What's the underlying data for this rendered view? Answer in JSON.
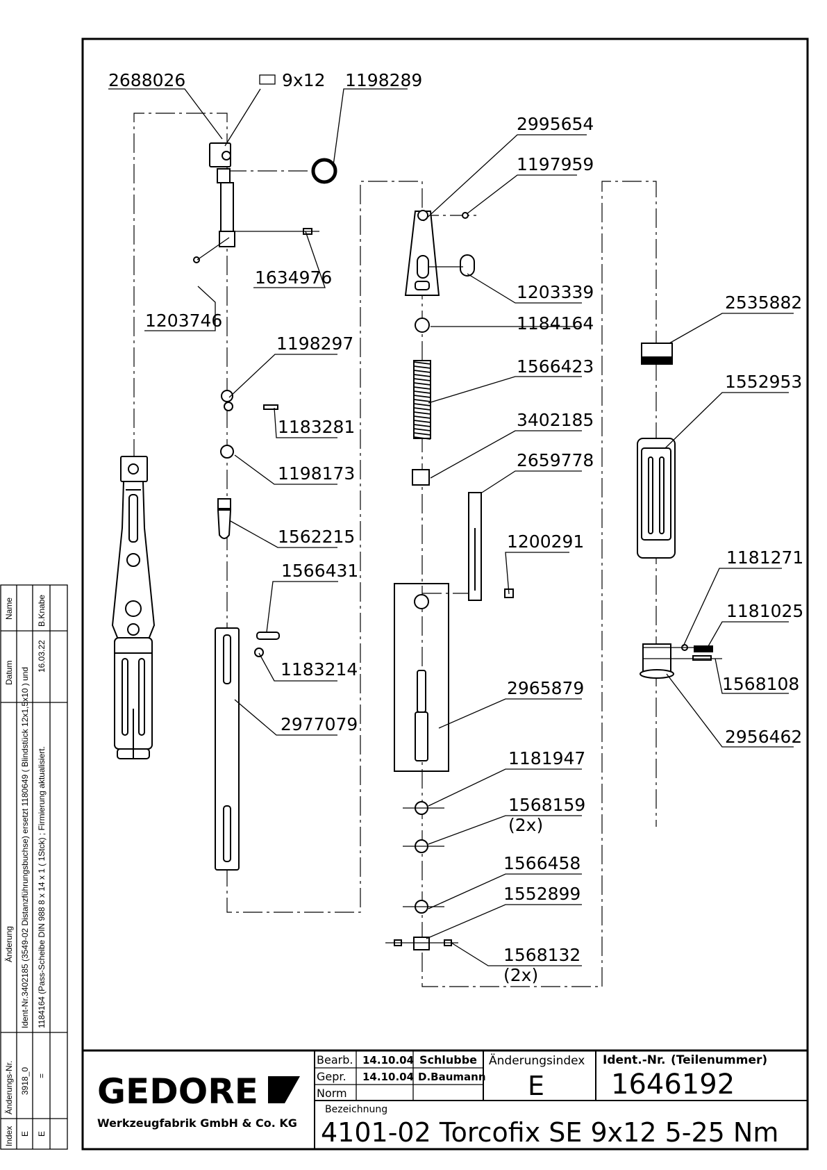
{
  "title_block": {
    "company": "GEDORE",
    "company_sub": "Werkzeugfabrik GmbH & Co. KG",
    "bearb_label": "Bearb.",
    "bearb_date": "14.10.04",
    "bearb_name": "Schlubbe",
    "gepr_label": "Gepr.",
    "gepr_date": "14.10.04",
    "gepr_name": "D.Baumann",
    "norm_label": "Norm",
    "aenderungsindex_label": "Änderungsindex",
    "aenderungsindex_value": "E",
    "ident_label": "Ident.-Nr.",
    "ident_sub_label": "(Teilenummer)",
    "ident_value": "1646192",
    "bezeichnung_label": "Bezeichnung",
    "bezeichnung_value": "4101-02 Torcofix SE 9x12 5-25 Nm"
  },
  "revision_table": {
    "headers": {
      "index": "Index",
      "aenderungs_nr": "Änderungs-Nr.",
      "aenderung": "Änderung",
      "datum": "Datum",
      "name": "Name"
    },
    "rows": [
      {
        "index": "E",
        "aenderungs_nr": "3918_0",
        "aenderung": "Ident-Nr.3402185 (3549-02 Distanzführungsbuchse) ersetzt 1180649 ( Blindstück 12x1,5x10 ) und",
        "datum": "",
        "name": ""
      },
      {
        "index": "E",
        "aenderungs_nr": "=",
        "aenderung": "1184164 (Pass-Scheibe DIN 988 8 x 14 x 1 ( 1Stck) ; Firmierung aktualisiert.",
        "datum": "16.03.22",
        "name": "B.Knabe"
      }
    ]
  },
  "square_drive_label": "9x12",
  "part_numbers": {
    "p2688026": "2688026",
    "p1198289": "1198289",
    "p1634976": "1634976",
    "p1203746": "1203746",
    "p1198297": "1198297",
    "p1183281": "1183281",
    "p1198173": "1198173",
    "p1562215": "1562215",
    "p1566431": "1566431",
    "p1183214": "1183214",
    "p2977079": "2977079",
    "p2995654": "2995654",
    "p1197959": "1197959",
    "p1203339": "1203339",
    "p1184164": "1184164",
    "p1566423": "1566423",
    "p3402185": "3402185",
    "p2659778": "2659778",
    "p1200291": "1200291",
    "p2965879": "2965879",
    "p1181947": "1181947",
    "p1568159": "1568159",
    "p1568159_qty": "(2x)",
    "p1566458": "1566458",
    "p1552899": "1552899",
    "p1568132": "1568132",
    "p1568132_qty": "(2x)",
    "p2535882": "2535882",
    "p1552953": "1552953",
    "p1181271": "1181271",
    "p1181025": "1181025",
    "p1568108": "1568108",
    "p2956462": "2956462"
  },
  "colors": {
    "ink": "#000000",
    "paper": "#ffffff"
  }
}
